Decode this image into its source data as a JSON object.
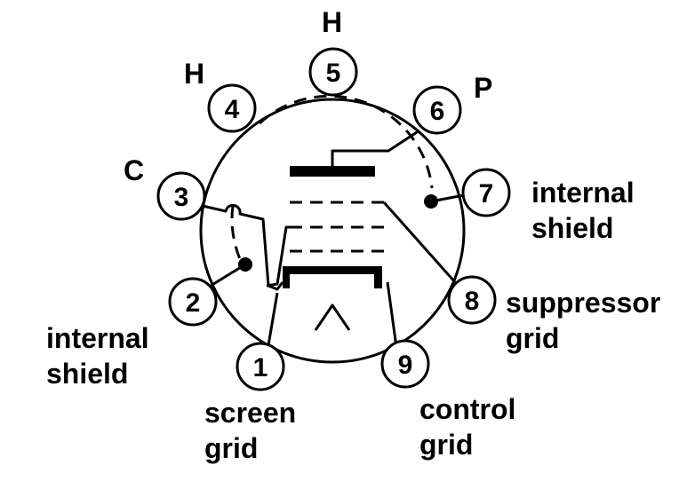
{
  "pins": [
    {
      "number": "1",
      "label_lines": [
        "screen",
        "grid"
      ]
    },
    {
      "number": "2",
      "label_lines": [
        "internal",
        "shield"
      ]
    },
    {
      "number": "3",
      "label_lines": [
        "C"
      ]
    },
    {
      "number": "4",
      "label_lines": [
        "H"
      ]
    },
    {
      "number": "5",
      "label_lines": [
        "H"
      ]
    },
    {
      "number": "6",
      "label_lines": [
        "P"
      ]
    },
    {
      "number": "7",
      "label_lines": [
        "internal",
        "shield"
      ]
    },
    {
      "number": "8",
      "label_lines": [
        "suppressor",
        "grid"
      ]
    },
    {
      "number": "9",
      "label_lines": [
        "control",
        "grid"
      ]
    }
  ]
}
